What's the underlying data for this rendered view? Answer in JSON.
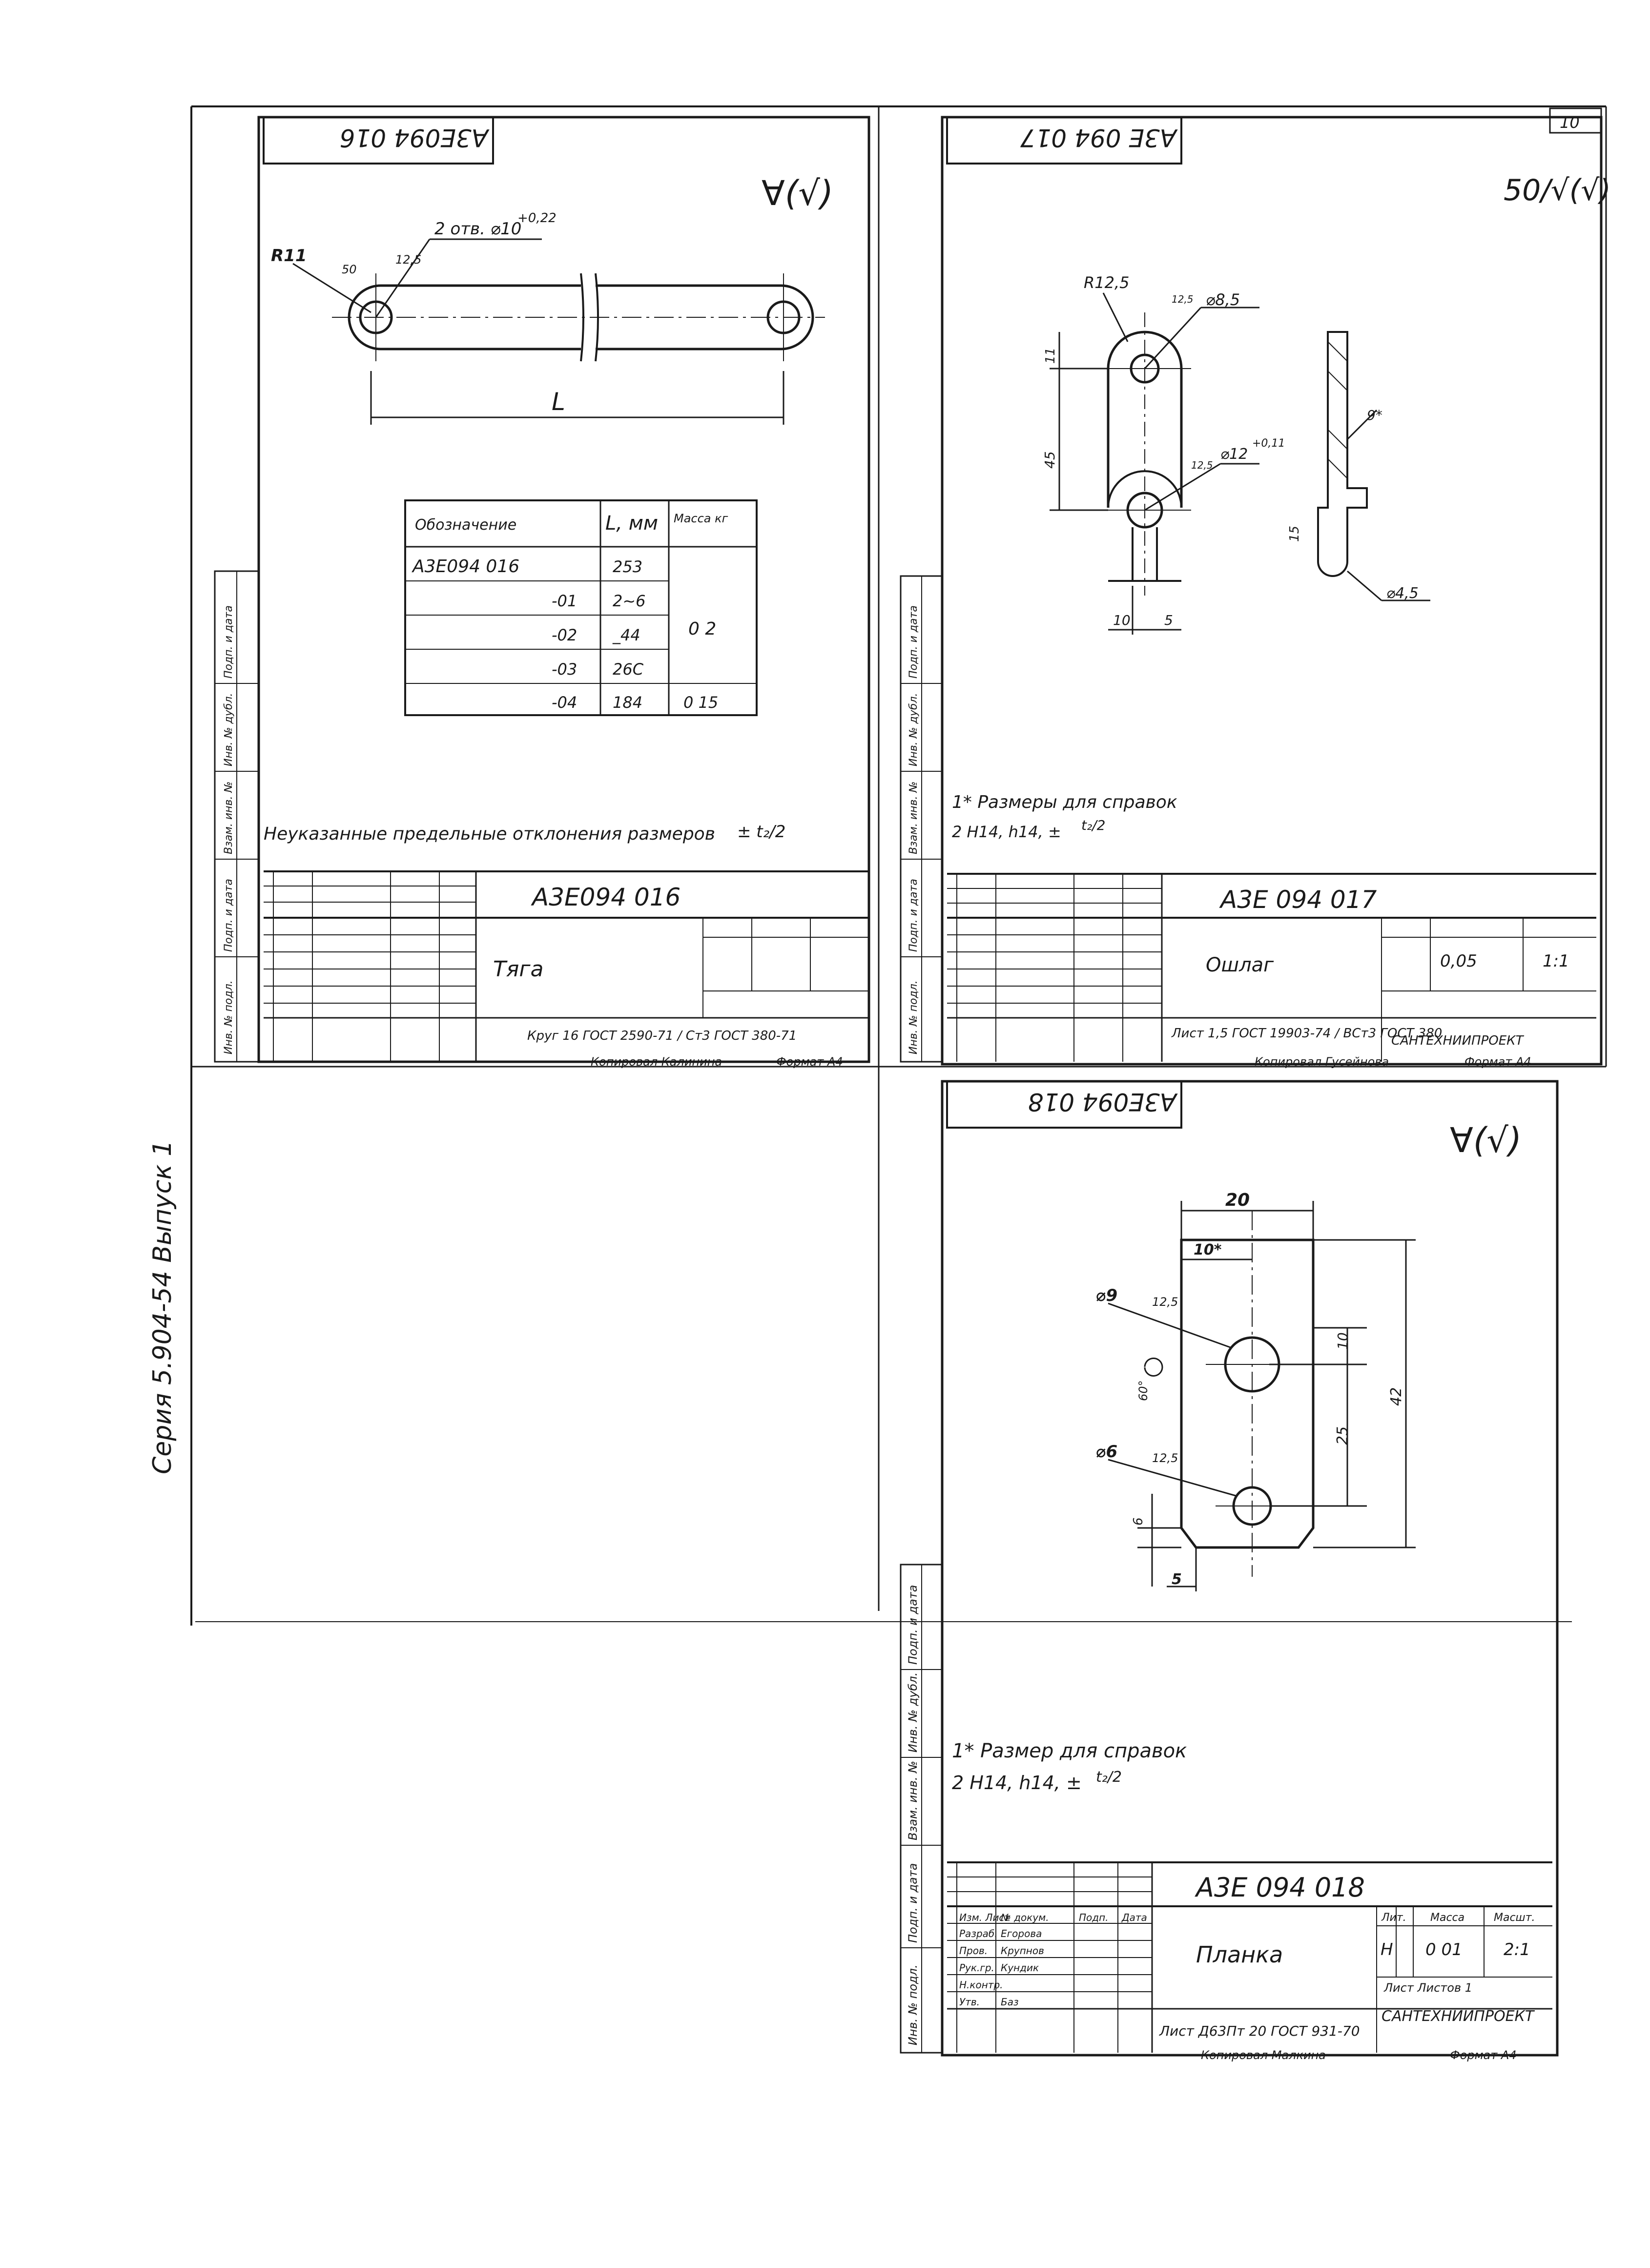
{
  "series_text": "Серия 5.904-54  Выпуск 1",
  "sheet_number": "10",
  "sheet016": {
    "code_rotated": "А3Е094 016",
    "roughness": "∀(√)",
    "dim_holes": "2 отв. ⌀10",
    "dim_tol": "+0,22",
    "dim_r": "R11",
    "dim_a": "50",
    "dim_b": "12,5",
    "dim_l": "L",
    "table": {
      "headers": [
        "Обозначение",
        "L, мм",
        "Масса кг"
      ],
      "rows": [
        [
          "А3Е094 016",
          "253",
          ""
        ],
        [
          "-01",
          "2~6",
          ""
        ],
        [
          "-02",
          "_44",
          "0 2"
        ],
        [
          "-03",
          "26С",
          ""
        ],
        [
          "-04",
          "184",
          "0 15"
        ]
      ]
    },
    "note": "Неуказанные предельные отклонения размеров",
    "note_tol": "± t₂/2",
    "code": "А3Е094 016",
    "title": "Тяга",
    "material": "Круг 16 ГОСТ 2590-71 / Ст3 ГОСТ 380-71",
    "footer_copy": "Копировал Калинина",
    "footer_format": "Формат А4"
  },
  "sheet017": {
    "code_rotated": "А3Е 094 017",
    "roughness": "50/√(√)",
    "dim_r": "R12,5",
    "dim_phi1": "⌀8,5",
    "dim_phi2": "⌀12",
    "dim_phi2_tol": "+0,11",
    "dim_11": "11",
    "dim_45": "45",
    "dim_125a": "12,5",
    "dim_125b": "12,5",
    "dim_10": "10",
    "dim_5": "5",
    "dim_9": "9*",
    "dim_15": "15",
    "dim_phi45": "⌀4,5",
    "note1": "1* Размеры для справок",
    "note2": "2 H14, h14, ±",
    "note2_frac": "t₂/2",
    "code": "А3Е 094 017",
    "title": "Ошлаг",
    "mass": "0,05",
    "scale": "1:1",
    "material": "Лист 1,5 ГОСТ 19903-74 / ВСт3 ГОСТ 380",
    "org": "САНТЕХНИИПРОЕКТ",
    "footer_copy": "Копировал Гусейнова",
    "footer_format": "Формат А4"
  },
  "sheet018": {
    "code_rotated": "А3Е094 018",
    "roughness": "∀(√)",
    "dim_20": "20",
    "dim_10s": "10*",
    "dim_phi9": "⌀9",
    "dim_125a": "12,5",
    "dim_60": "60°",
    "dim_10": "10",
    "dim_25": "25",
    "dim_42": "42",
    "dim_phi6": "⌀6",
    "dim_125b": "12,5",
    "dim_6": "6",
    "dim_5": "5",
    "note1": "1* Размер для справок",
    "note2": "2 H14, h14, ±",
    "note2_frac": "t₂/2",
    "code": "А3Е 094 018",
    "title": "Планка",
    "stage": "Н",
    "mass": "0 01",
    "scale": "2:1",
    "sheet_label": "Лист   Листов 1",
    "material": "Лист Д63Пт 20 ГОСТ 931-70",
    "org": "САНТЕХНИИПРОЕКТ",
    "footer_copy": "Копировал Малкина",
    "footer_format": "Формат А4",
    "hdr_mass": "Масса",
    "hdr_scale": "Масшт.",
    "hdr_lit": "Лит.",
    "roles": [
      "Изм. Лист",
      "Разраб.",
      "Пров.",
      "Рук.гр.",
      "Н.контр.",
      "Утв."
    ],
    "names": [
      "№ докум.",
      "Егорова",
      "Крупнов",
      "Кундик",
      "",
      "Баз"
    ],
    "hdr_sign": "Подп.",
    "hdr_date": "Дата"
  },
  "side_labels": [
    "Инв. № подл.",
    "Подп. и дата",
    "Взам. инв. №",
    "Инв. № дубл.",
    "Подп. и дата"
  ]
}
